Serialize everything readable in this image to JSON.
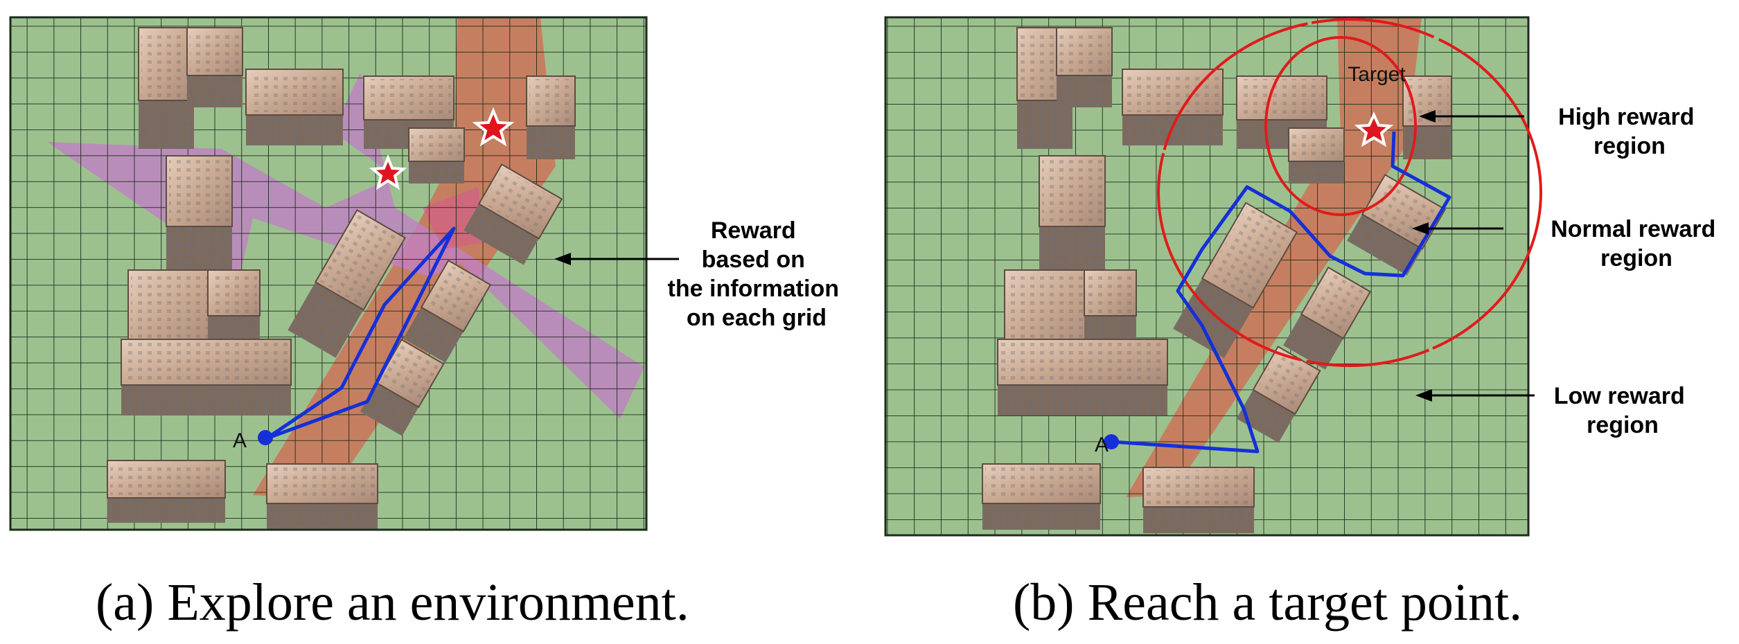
{
  "panel_a": {
    "point_label": "A",
    "annotation_lines": [
      "Reward",
      "based on",
      "the information",
      "on each grid"
    ],
    "caption": "(a) Explore an environment."
  },
  "panel_b": {
    "point_label": "A",
    "target_label": "Target",
    "annotations": [
      {
        "lines": [
          "High reward",
          "region"
        ]
      },
      {
        "lines": [
          "Normal reward",
          "region"
        ]
      },
      {
        "lines": [
          "Low reward",
          "region"
        ]
      }
    ],
    "caption": "(b) Reach a target point."
  },
  "colors": {
    "ground": "#9cc18f",
    "grid_line": "#1d2b1d",
    "road": "#c97a5c",
    "sensor_fan": "#c07fc3",
    "path": "#1530d8",
    "target_circles": "#e01b1b",
    "star": "#e0141e",
    "building_roof": "#d6b8a4",
    "building_wall": "#7d6a5e"
  }
}
